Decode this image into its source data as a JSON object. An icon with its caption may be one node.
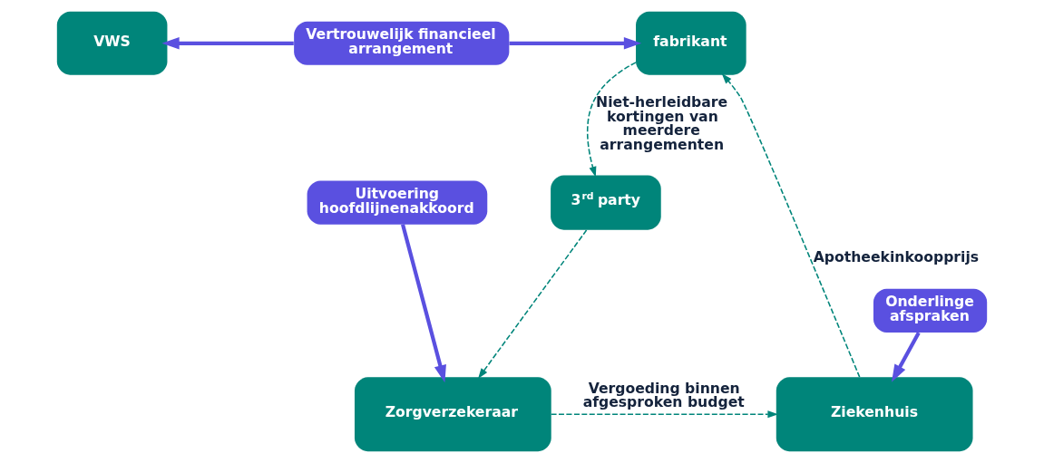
{
  "diagram": {
    "nodes": [
      {
        "text": [
          "VWS"
        ]
      },
      {
        "text": [
          "Vertrouwelijk financieel arrangement"
        ]
      },
      {
        "text": [
          "fabrikant"
        ]
      },
      {
        "text": [
          "Uitvoering hoofdlijnenakkoord"
        ]
      },
      {
        "text": [
          "3$^{rd}$ party"
        ]
      },
      {
        "text": [
          "Onderlinge afspraken"
        ]
      },
      {
        "text": [
          "Zorgverzekeraar"
        ]
      },
      {
        "text": [
          "Ziekenhuis"
        ]
      }
    ],
    "edges": [
      {
        "from": 1,
        "to": 0,
        "arrow": "to",
        "style": "thick",
        "color": "#5a50e0"
      },
      {
        "from": 1,
        "to": 2,
        "arrow": "to",
        "style": "thick",
        "color": "#5a50e0"
      },
      {
        "from": 2,
        "to": 4,
        "arrow": "to",
        "label": "Niet-herleidbare kortingen van meerdere arrangementen",
        "style": "dashed",
        "color": "#00857a"
      },
      {
        "from": 3,
        "to": 6,
        "arrow": "to",
        "style": "thick",
        "color": "#5a50e0"
      },
      {
        "from": 4,
        "to": 6,
        "arrow": "to",
        "style": "dashed",
        "color": "#00857a"
      },
      {
        "from": 5,
        "to": 7,
        "arrow": "to",
        "style": "thick",
        "color": "#5a50e0"
      },
      {
        "from": 6,
        "to": 7,
        "arrow": "to",
        "label": "Vergoeding binnen afgesproken budget",
        "style": "dashed",
        "color": "#00857a"
      },
      {
        "from": 7,
        "to": 2,
        "arrow": "to",
        "label": "Apotheekinkoopprijs",
        "style": "dashed",
        "color": "#00857a"
      }
    ]
  }
}
